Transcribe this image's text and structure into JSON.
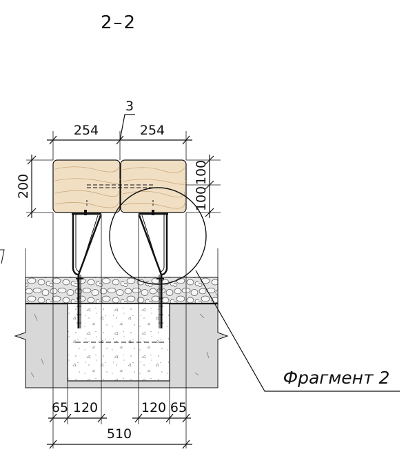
{
  "section_title": "2–2",
  "dimensions": {
    "top_left_width": "254",
    "top_right_width": "254",
    "gap_label": "3",
    "height_left": "200",
    "height_upper_right": "100",
    "height_lower_right": "100",
    "edge_left": "65",
    "footing_left": "120",
    "footing_right": "120",
    "edge_right": "65",
    "total_width": "510"
  },
  "callout_label": "Фрагмент 2",
  "colors": {
    "timber": "#f1dfc4",
    "timber_grain": "#c9a97c",
    "gravel": "#e3e3e3",
    "concrete": "#d8d8d8",
    "footing": "#ffffff",
    "line": "#111111"
  }
}
